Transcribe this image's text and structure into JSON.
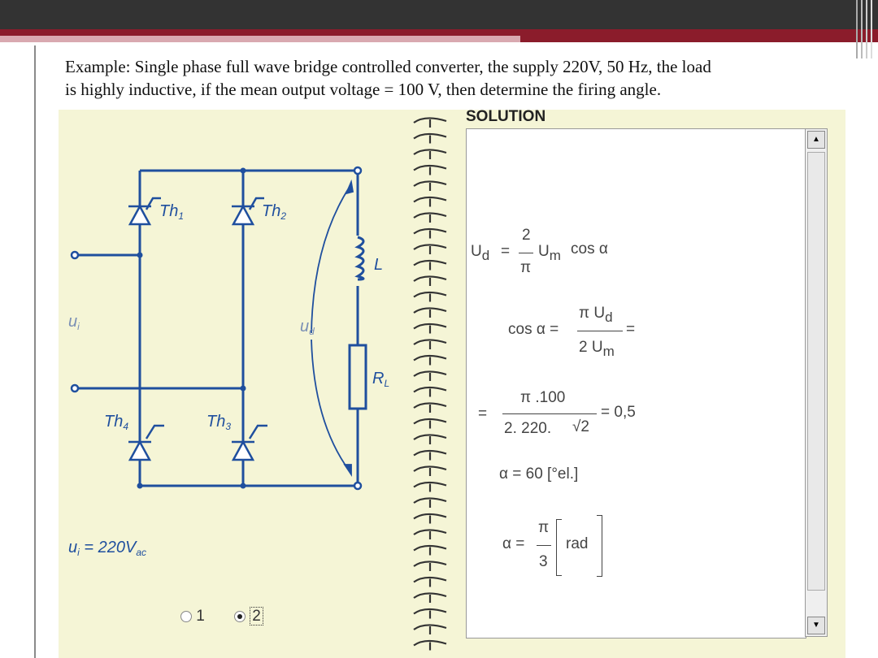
{
  "problem": {
    "line1": "Example: Single phase full wave bridge controlled converter, the supply 220V, 50 Hz, the load",
    "line2": "is highly inductive,  if the mean output voltage = 100 V, then determine the firing angle."
  },
  "circuit": {
    "th1": "Th",
    "th1_sub": "1",
    "th2": "Th",
    "th2_sub": "2",
    "th3": "Th",
    "th3_sub": "3",
    "th4": "Th",
    "th4_sub": "4",
    "inductor": "L",
    "resistor": "R",
    "resistor_sub": "L",
    "input": "u",
    "input_sub": "i",
    "output": "u",
    "output_sub": "d",
    "supply_u": "u",
    "supply_sub": "i",
    "supply_eq": " = 220V",
    "supply_sub2": "ac"
  },
  "solution": {
    "title": "SOLUTION",
    "eq1": {
      "lhs": "U",
      "lhs_sub": "d",
      "equals": "=",
      "num": "2",
      "den": "π",
      "term": "U",
      "term_sub": "m",
      "func": "cos α"
    },
    "eq2": {
      "lhs": "cos α =",
      "num": "π U",
      "num_sub": "d",
      "den": "2 U",
      "den_sub": "m",
      "equals": "="
    },
    "eq3": {
      "equals": "=",
      "num": "π .100",
      "den": "2. 220.",
      "root": "√2",
      "result": "= 0,5"
    },
    "eq4": "α = 60 [°el.]",
    "eq5": {
      "lhs": "α =",
      "num": "π",
      "den": "3",
      "unit": "rad"
    }
  },
  "options": [
    "1",
    "2"
  ],
  "selected_option": "2",
  "colors": {
    "circuit": "#1f4f9e",
    "top_bar": "#333333",
    "accent_bar": "#8b1c2b",
    "panel": "#f5f5d6"
  }
}
